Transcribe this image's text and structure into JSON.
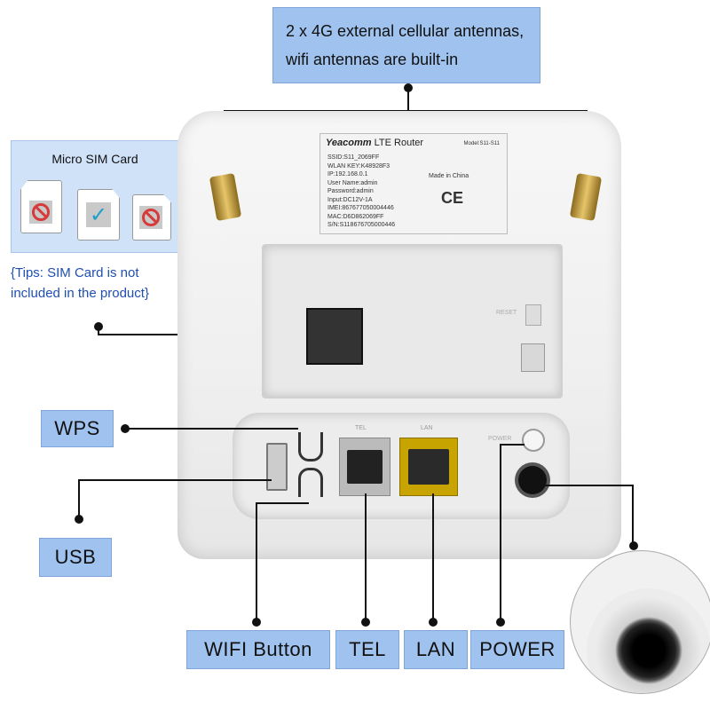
{
  "callouts": {
    "antennas_line1": "2 x 4G external cellular antennas,",
    "antennas_line2": "wifi antennas are built-in",
    "sim_title": "Micro SIM Card",
    "tips_line1": "{Tips: SIM Card is not",
    "tips_line2": "included in the product}",
    "wps": "WPS",
    "usb": "USB",
    "wifi_button": "WIFI Button",
    "tel": "TEL",
    "lan": "LAN",
    "power": "POWER"
  },
  "sticker": {
    "brand": "Yeacomm",
    "product": "LTE Router",
    "model": "Model:S11-S11",
    "lines": [
      "SSID:S11_2069FF",
      "WLAN KEY:K48928F3",
      "IP:192.168.0.1",
      "User Name:admin",
      "Password:admin",
      "Input:DC12V-1A",
      "IMEI:867677050004446",
      "MAC:D6D862069FF",
      "S/N:S118676705000446"
    ],
    "origin": "Made in China",
    "ce": "CE"
  },
  "panel": {
    "tel_tag": "TEL",
    "lan_tag": "LAN",
    "reset_tag": "RESET",
    "power_tag": "POWER"
  },
  "colors": {
    "label_bg": "#9fc3ee",
    "sim_panel_bg": "#cfe2f8",
    "tips_text": "#1f4fb0"
  }
}
